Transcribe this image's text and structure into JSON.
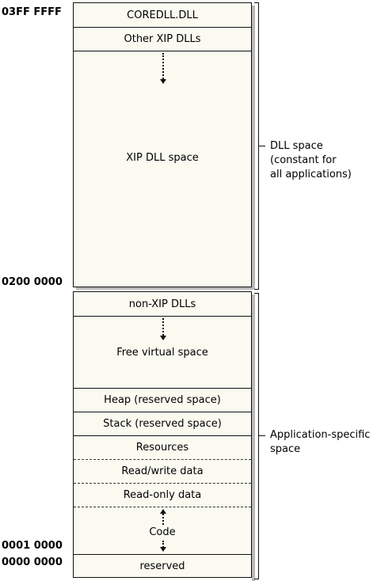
{
  "addresses": {
    "top": "03FF FFFF",
    "dll_boundary": "0200 0000",
    "code_start": "0001 0000",
    "bottom": "0000 0000"
  },
  "dll_region": {
    "rows": {
      "coredll": "COREDLL.DLL",
      "other_xip": "Other XIP DLLs",
      "xip_space": "XIP DLL space"
    },
    "annotation": [
      "DLL space",
      "(constant for",
      "all applications)"
    ]
  },
  "app_region": {
    "rows": {
      "non_xip": "non-XIP DLLs",
      "free_virtual": "Free virtual space",
      "heap": "Heap (reserved space)",
      "stack": "Stack (reserved space)",
      "resources": "Resources",
      "rw_data": "Read/write data",
      "ro_data": "Read-only data",
      "code": "Code",
      "reserved": "reserved"
    },
    "annotation": [
      "Application-specific",
      "space"
    ]
  }
}
